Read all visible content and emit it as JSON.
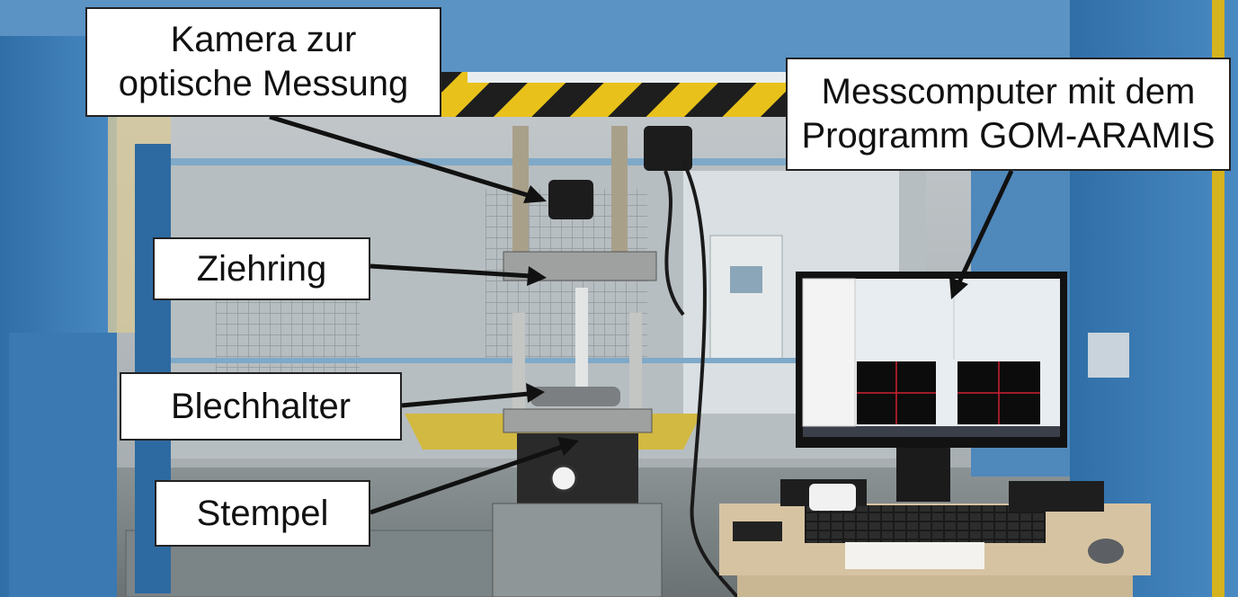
{
  "labels": {
    "camera": [
      "Kamera zur",
      "optische Messung"
    ],
    "computer": [
      "Messcomputer mit dem",
      "Programm GOM-ARAMIS"
    ],
    "ziehring": "Ziehring",
    "blechhalter": "Blechhalter",
    "stempel": "Stempel"
  },
  "colors": {
    "machine_frame_blue": "#3d7fb8",
    "hazard_yellow": "#e8c21a",
    "arrow": "#111111",
    "label_bg": "#ffffff"
  }
}
